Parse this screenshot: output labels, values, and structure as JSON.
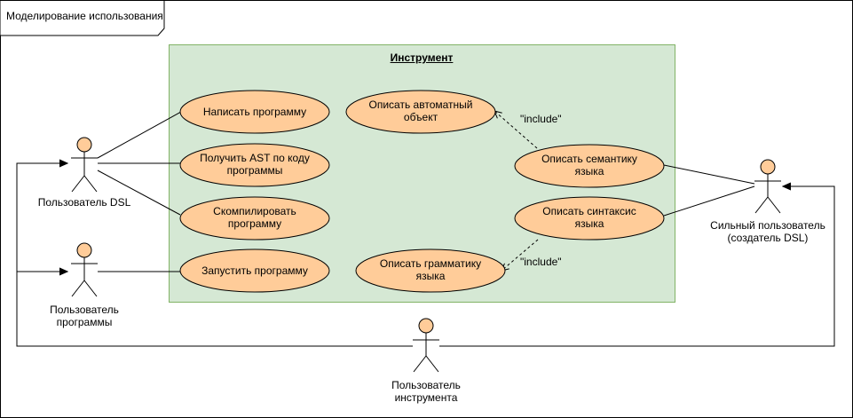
{
  "frame": {
    "title": "Моделирование использования"
  },
  "system": {
    "title": "Инструмент"
  },
  "use_cases": {
    "write": "Написать программу",
    "ast": "Получить AST по коду программы",
    "compile": "Скомпилировать программу",
    "run": "Запустить программу",
    "automaton": "Описать автоматный объект",
    "semantics": "Описать семантику языка",
    "syntax": "Описать синтаксис языка",
    "grammar": "Описать грамматику языка"
  },
  "actors": {
    "dsl_user": "Пользователь DSL",
    "program_user": "Пользователь программы",
    "power_user": "Сильный пользователь (создатель DSL)",
    "tool_user": "Пользователь инструмента"
  },
  "relations": {
    "include_1": "\"include\"",
    "include_2": "\"include\""
  },
  "colors": {
    "use_case_fill": "#ffcc99",
    "system_fill": "#d5e8d4",
    "system_stroke": "#82b366",
    "actor_fill": "#ffcc99"
  }
}
